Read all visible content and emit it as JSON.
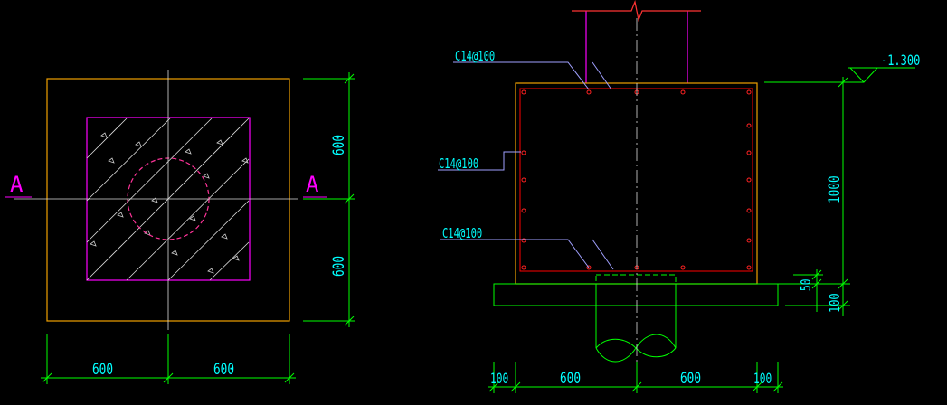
{
  "colors": {
    "background": "#000000",
    "outline": "#f0a000",
    "pedestal": "#ff00ff",
    "rebar": "#ff0000",
    "dimension": "#00ff00",
    "dim_text": "#00ffff",
    "leader": "#a0a0ff",
    "centerline": "#ffffff"
  },
  "plan": {
    "section_mark_left": "A",
    "section_mark_right": "A",
    "dim_bottom_left": "600",
    "dim_bottom_right": "600",
    "dim_right_top": "600",
    "dim_right_bottom": "600"
  },
  "section": {
    "rebar_top": "C14@100",
    "rebar_side": "C14@100",
    "rebar_bottom": "C14@100",
    "elevation": "-1.300",
    "height_dim": "1000",
    "cushion_dim": "50",
    "base_dim": "100",
    "dim_bottom_1": "100",
    "dim_bottom_2": "600",
    "dim_bottom_3": "600",
    "dim_bottom_4": "100"
  }
}
